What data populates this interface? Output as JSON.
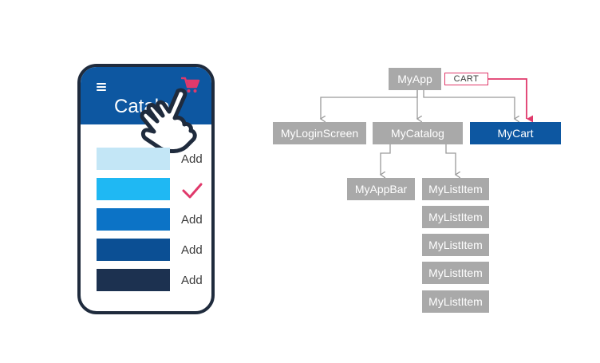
{
  "phone": {
    "title": "Catalog",
    "add_label": "Add",
    "items": [
      {
        "color": "#c3e6f6",
        "status": "add"
      },
      {
        "color": "#1fb8f3",
        "status": "added"
      },
      {
        "color": "#0c73c6",
        "status": "add"
      },
      {
        "color": "#0b4f94",
        "status": "add"
      },
      {
        "color": "#1c3150",
        "status": "add"
      }
    ]
  },
  "tree": {
    "root": "MyApp",
    "root_tag": "CART",
    "children": [
      "MyLoginScreen",
      "MyCatalog",
      "MyCart"
    ],
    "catalog_children": [
      "MyAppBar",
      "MyListItem"
    ],
    "list_items": [
      "MyListItem",
      "MyListItem",
      "MyListItem",
      "MyListItem",
      "MyListItem"
    ]
  },
  "colors": {
    "brand_blue": "#0d57a1",
    "node_gray": "#a9a9a9",
    "accent_pink": "#e0396b",
    "line_gray": "#9a9a9a"
  }
}
